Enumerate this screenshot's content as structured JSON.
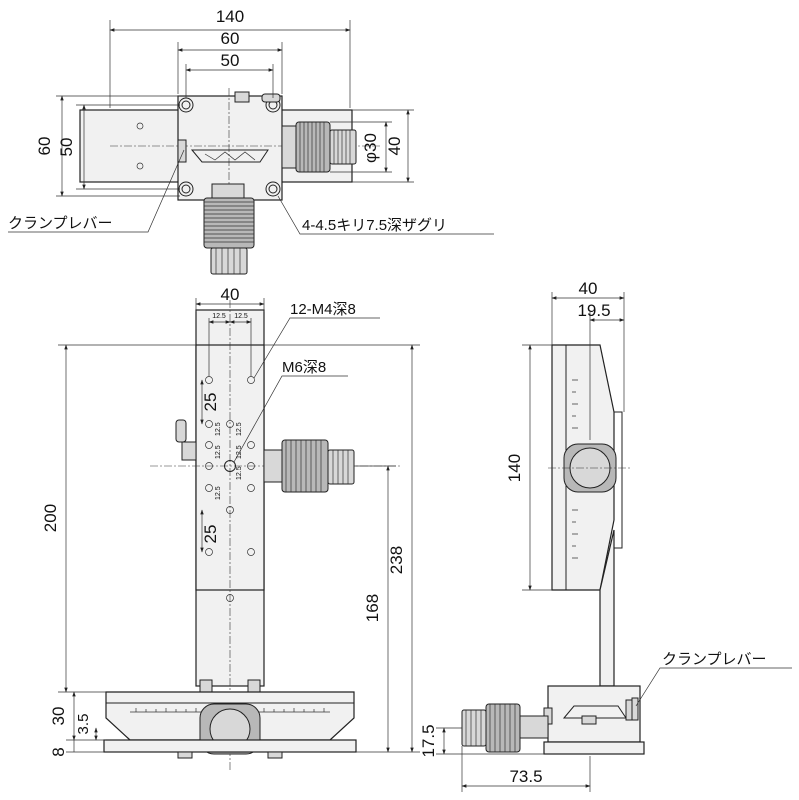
{
  "top_view": {
    "dim_width": "140",
    "dim_60": "60",
    "dim_50": "50",
    "dim_height_60": "60",
    "dim_height_50": "50",
    "dim_knob_dia": "φ30",
    "dim_40": "40",
    "label_clamp": "クランプレバー",
    "label_holes": "4-4.5キリ7.5深ザグリ"
  },
  "front_view": {
    "dim_width": "40",
    "dim_pitch_a": "12.5",
    "dim_pitch_b": "12.5",
    "label_m4": "12-M4深8",
    "label_m6": "M6深8",
    "dim_25_top": "25",
    "dim_25_bottom": "25",
    "dim_200": "200",
    "dim_238": "238",
    "dim_168": "168",
    "dim_30": "30",
    "dim_3_5": "3.5",
    "dim_8": "8",
    "pitch_labels": [
      "12.5",
      "12.5",
      "12.5",
      "12.5",
      "12.5",
      "12.5"
    ]
  },
  "side_view": {
    "dim_40": "40",
    "dim_19_5": "19.5",
    "dim_140": "140",
    "dim_17_5": "17.5",
    "dim_73_5": "73.5",
    "label_clamp": "クランプレバー"
  }
}
